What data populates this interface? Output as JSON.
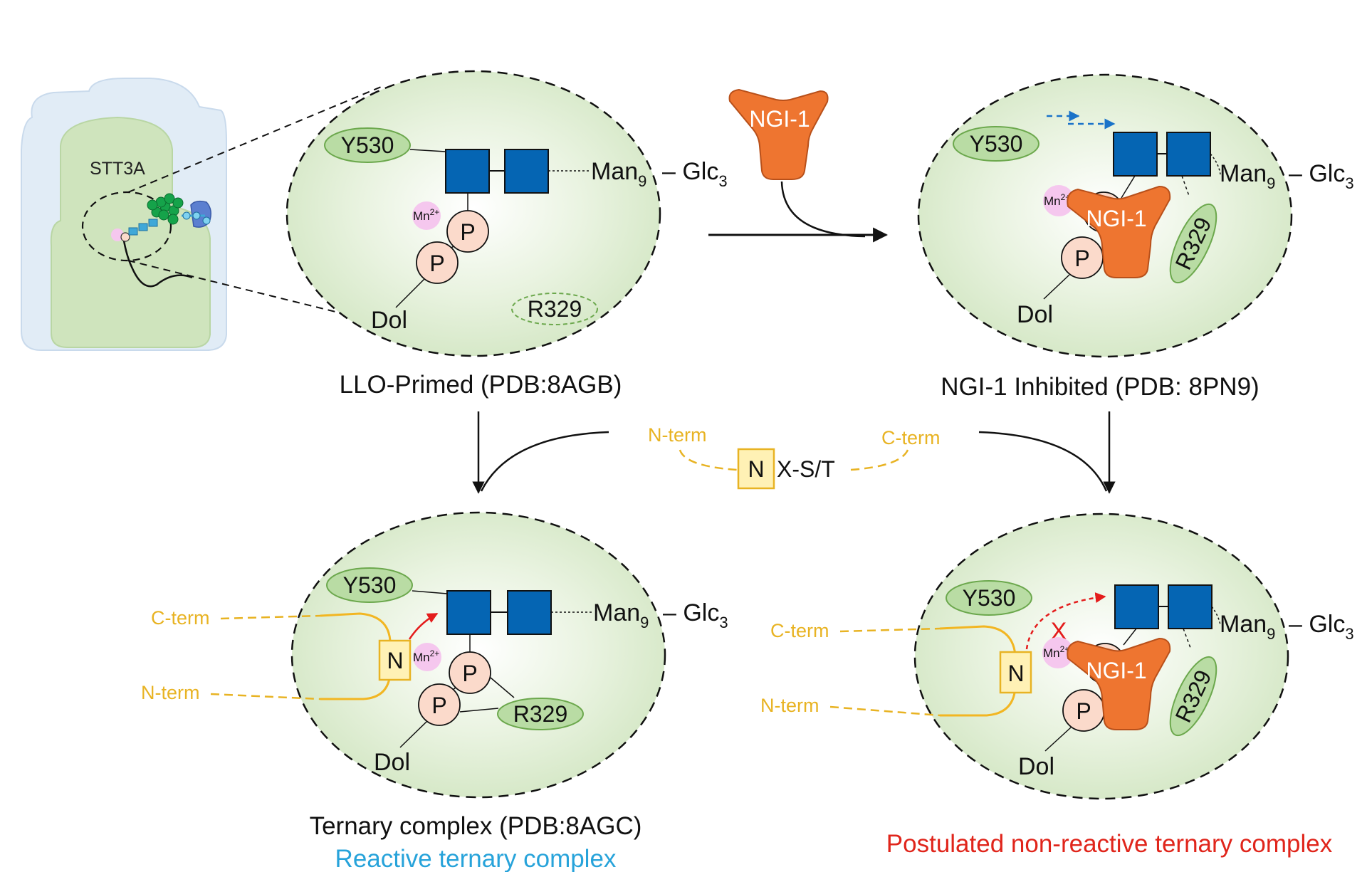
{
  "thumbnail": {
    "protein_label": "STT3A"
  },
  "common": {
    "mannose": "Man",
    "mannose_sub": "9",
    "glucose": "– Glc",
    "glucose_sub": "3",
    "dolichol": "Dol",
    "phosphate": "P",
    "manganese": "Mn",
    "manganese_sup": "2+",
    "tyrosine": "Y530",
    "arginine": "R329",
    "inhibitor": "NGI-1",
    "asparagine": "N",
    "c_terminus": "C-term",
    "n_terminus": "N-term"
  },
  "sequon": {
    "residue": "N",
    "motif": "X-S/T",
    "n_term": "N-term",
    "c_term": "C-term"
  },
  "panels": {
    "llo_primed": {
      "caption": "LLO-Primed (PDB:8AGB)"
    },
    "ngi_inhibited": {
      "caption": "NGI-1 Inhibited (PDB: 8PN9)"
    },
    "ternary": {
      "caption": "Ternary complex (PDB:8AGC)",
      "subcaption": "Reactive ternary complex"
    },
    "non_reactive": {
      "caption": "Postulated non-reactive ternary complex"
    }
  },
  "blocked_mark": "X",
  "colors": {
    "ellipse_fill": "#dcebcf",
    "glcnac": "#0565b3",
    "phosphate": "#fbdacb",
    "manganese": "#f5c7ee",
    "residue": "#b9dca4",
    "inhibitor": "#ee7530",
    "peptide": "#f2b622",
    "asparagine_box": "#fff1b5",
    "reactive_caption": "#27a3da",
    "non_reactive_caption": "#e0251b",
    "arrow_red": "#e41c1c",
    "arrow_blue": "#1a73c9"
  }
}
